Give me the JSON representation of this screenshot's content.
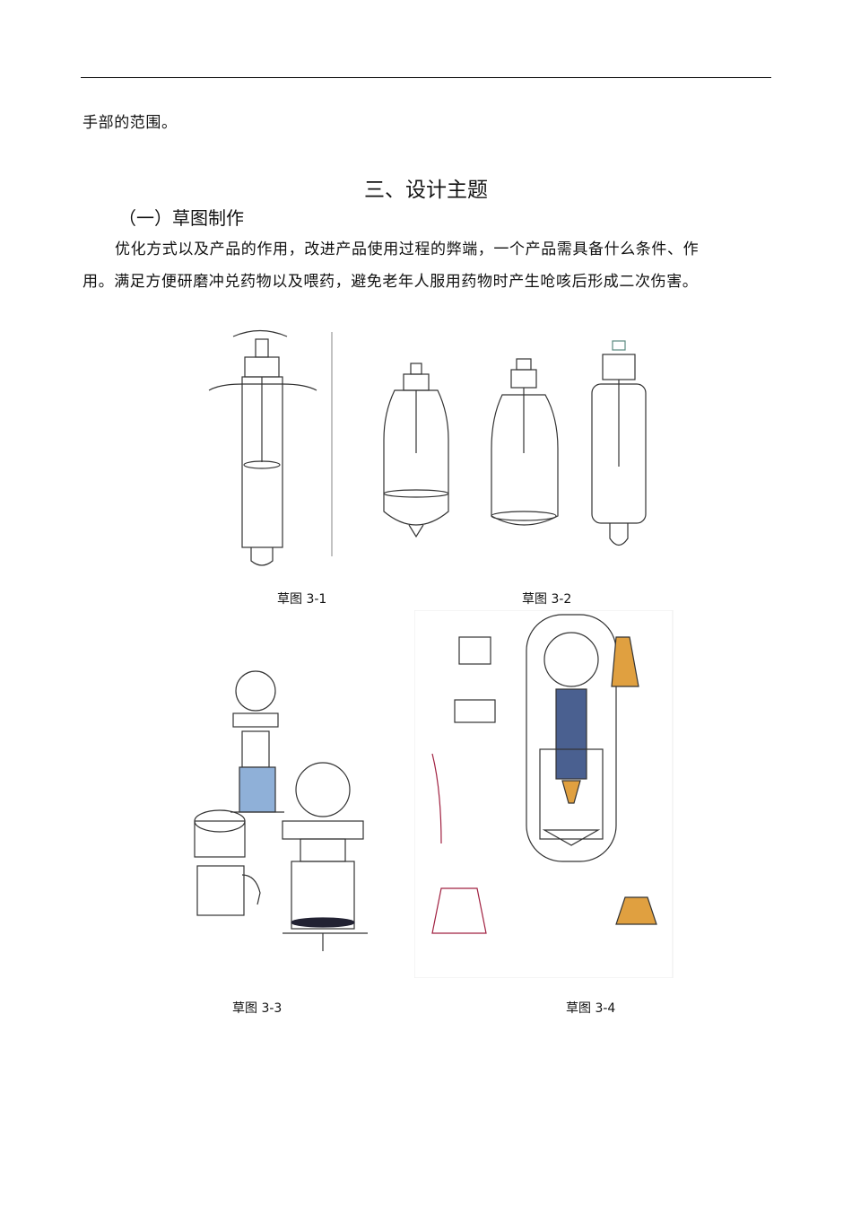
{
  "page": {
    "continued_text": "手部的范围。",
    "section_title": "三、设计主题",
    "subsection_title": "（一）草图制作",
    "paragraph_line1": "优化方式以及产品的作用，改进产品使用过程的弊端，一个产品需具备什么条件、作",
    "paragraph_line2": "用。满足方便研磨冲兑药物以及喂药，避免老年人服用药物时产生呛咳后形成二次伤害。"
  },
  "figures": [
    {
      "caption": "草图 3-1"
    },
    {
      "caption": "草图 3-2"
    },
    {
      "caption": "草图 3-3"
    },
    {
      "caption": "草图 3-4"
    }
  ],
  "colors": {
    "sketch_blue": "#8fb0d8",
    "sketch_orange": "#e0a040",
    "sketch_red": "#a02040",
    "sketch_navy": "#4a6090"
  }
}
